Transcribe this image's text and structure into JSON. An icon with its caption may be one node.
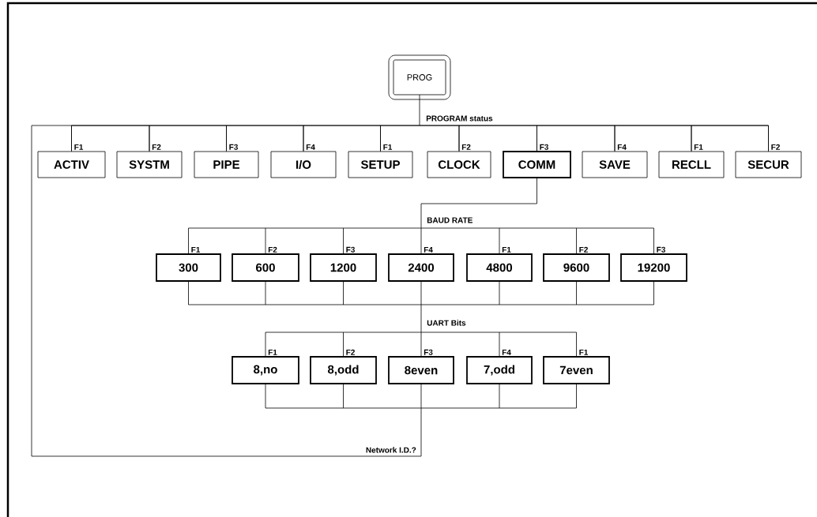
{
  "diagram": {
    "nodes": [
      {
        "text": [
          "PROG"
        ]
      },
      {
        "text": [
          "ACTIV"
        ],
        "beside": [
          "F1"
        ]
      },
      {
        "text": [
          "SYSTM"
        ],
        "beside": [
          "F2"
        ]
      },
      {
        "text": [
          "PIPE"
        ],
        "beside": [
          "F3"
        ]
      },
      {
        "text": [
          "I/O"
        ],
        "beside": [
          "F4"
        ]
      },
      {
        "text": [
          "SETUP"
        ],
        "beside": [
          "F1"
        ]
      },
      {
        "text": [
          "CLOCK"
        ],
        "beside": [
          "F2"
        ]
      },
      {
        "text": [
          "COMM"
        ],
        "beside": [
          "F3"
        ]
      },
      {
        "text": [
          "SAVE"
        ],
        "beside": [
          "F4"
        ]
      },
      {
        "text": [
          "RECLL"
        ],
        "beside": [
          "F1"
        ]
      },
      {
        "text": [
          "SECUR"
        ],
        "beside": [
          "F2"
        ]
      },
      {
        "text": [
          "300"
        ],
        "beside": [
          "F1"
        ]
      },
      {
        "text": [
          "600"
        ],
        "beside": [
          "F2"
        ]
      },
      {
        "text": [
          "1200"
        ],
        "beside": [
          "F3"
        ]
      },
      {
        "text": [
          "2400"
        ],
        "beside": [
          "F4"
        ]
      },
      {
        "text": [
          "4800"
        ],
        "beside": [
          "F1"
        ]
      },
      {
        "text": [
          "9600"
        ],
        "beside": [
          "F2"
        ]
      },
      {
        "text": [
          "19200"
        ],
        "beside": [
          "F3"
        ]
      },
      {
        "text": [
          "8,no"
        ],
        "beside": [
          "F1"
        ]
      },
      {
        "text": [
          "8,odd"
        ],
        "beside": [
          "F2"
        ]
      },
      {
        "text": [
          "8even"
        ],
        "beside": [
          "F3"
        ]
      },
      {
        "text": [
          "7,odd"
        ],
        "beside": [
          "F4"
        ]
      },
      {
        "text": [
          "7even"
        ],
        "beside": [
          "F1"
        ]
      }
    ],
    "edges": [
      {
        "from": 0,
        "to": 1,
        "arrow": "none"
      },
      {
        "from": 0,
        "to": 2,
        "arrow": "none"
      },
      {
        "from": 0,
        "to": 3,
        "arrow": "none"
      },
      {
        "from": 0,
        "to": 4,
        "arrow": "none"
      },
      {
        "from": 0,
        "to": 5,
        "arrow": "none"
      },
      {
        "from": 0,
        "to": 6,
        "arrow": "none"
      },
      {
        "from": 0,
        "to": 7,
        "arrow": "none"
      },
      {
        "from": 0,
        "to": 8,
        "arrow": "none"
      },
      {
        "from": 0,
        "to": 9,
        "arrow": "none"
      },
      {
        "from": 0,
        "to": 10,
        "arrow": "none"
      },
      {
        "from": 7,
        "to": 11,
        "arrow": "none"
      },
      {
        "from": 7,
        "to": 12,
        "arrow": "none"
      },
      {
        "from": 7,
        "to": 13,
        "arrow": "none"
      },
      {
        "from": 7,
        "to": 14,
        "arrow": "none"
      },
      {
        "from": 7,
        "to": 15,
        "arrow": "none"
      },
      {
        "from": 7,
        "to": 16,
        "arrow": "none"
      },
      {
        "from": 7,
        "to": 17,
        "arrow": "none"
      },
      {
        "from": 11,
        "to": 18,
        "arrow": "none"
      },
      {
        "from": 11,
        "to": 19,
        "arrow": "none"
      },
      {
        "from": 11,
        "to": 20,
        "arrow": "none"
      },
      {
        "from": 11,
        "to": 21,
        "arrow": "none"
      },
      {
        "from": 11,
        "to": 22,
        "arrow": "none"
      },
      {
        "from": 12,
        "to": 18,
        "arrow": "none"
      },
      {
        "from": 12,
        "to": 19,
        "arrow": "none"
      },
      {
        "from": 12,
        "to": 20,
        "arrow": "none"
      },
      {
        "from": 12,
        "to": 21,
        "arrow": "none"
      },
      {
        "from": 12,
        "to": 22,
        "arrow": "none"
      },
      {
        "from": 13,
        "to": 18,
        "arrow": "none"
      },
      {
        "from": 13,
        "to": 19,
        "arrow": "none"
      },
      {
        "from": 13,
        "to": 20,
        "arrow": "none"
      },
      {
        "from": 13,
        "to": 21,
        "arrow": "none"
      },
      {
        "from": 13,
        "to": 22,
        "arrow": "none"
      },
      {
        "from": 14,
        "to": 18,
        "arrow": "none"
      },
      {
        "from": 14,
        "to": 19,
        "arrow": "none"
      },
      {
        "from": 14,
        "to": 20,
        "arrow": "none"
      },
      {
        "from": 14,
        "to": 21,
        "arrow": "none"
      },
      {
        "from": 14,
        "to": 22,
        "arrow": "none"
      },
      {
        "from": 15,
        "to": 18,
        "arrow": "none"
      },
      {
        "from": 15,
        "to": 19,
        "arrow": "none"
      },
      {
        "from": 15,
        "to": 20,
        "arrow": "none"
      },
      {
        "from": 15,
        "to": 21,
        "arrow": "none"
      },
      {
        "from": 15,
        "to": 22,
        "arrow": "none"
      },
      {
        "from": 16,
        "to": 18,
        "arrow": "none"
      },
      {
        "from": 16,
        "to": 19,
        "arrow": "none"
      },
      {
        "from": 16,
        "to": 20,
        "arrow": "none"
      },
      {
        "from": 16,
        "to": 21,
        "arrow": "none"
      },
      {
        "from": 16,
        "to": 22,
        "arrow": "none"
      },
      {
        "from": 17,
        "to": 18,
        "arrow": "none"
      },
      {
        "from": 17,
        "to": 19,
        "arrow": "none"
      },
      {
        "from": 17,
        "to": 20,
        "arrow": "none"
      },
      {
        "from": 17,
        "to": 21,
        "arrow": "none"
      },
      {
        "from": 17,
        "to": 22,
        "arrow": "none"
      },
      {
        "from": 18,
        "to": 1,
        "arrow": "none"
      },
      {
        "from": 18,
        "to": 2,
        "arrow": "none"
      },
      {
        "from": 18,
        "to": 3,
        "arrow": "none"
      },
      {
        "from": 18,
        "to": 4,
        "arrow": "none"
      },
      {
        "from": 18,
        "to": 5,
        "arrow": "none"
      },
      {
        "from": 18,
        "to": 6,
        "arrow": "none"
      },
      {
        "from": 18,
        "to": 7,
        "arrow": "none"
      },
      {
        "from": 18,
        "to": 8,
        "arrow": "none"
      },
      {
        "from": 18,
        "to": 9,
        "arrow": "none"
      },
      {
        "from": 18,
        "to": 10,
        "arrow": "none"
      },
      {
        "from": 19,
        "to": 1,
        "arrow": "none"
      },
      {
        "from": 19,
        "to": 2,
        "arrow": "none"
      },
      {
        "from": 19,
        "to": 3,
        "arrow": "none"
      },
      {
        "from": 19,
        "to": 4,
        "arrow": "none"
      },
      {
        "from": 19,
        "to": 5,
        "arrow": "none"
      },
      {
        "from": 19,
        "to": 6,
        "arrow": "none"
      },
      {
        "from": 19,
        "to": 7,
        "arrow": "none"
      },
      {
        "from": 19,
        "to": 8,
        "arrow": "none"
      },
      {
        "from": 19,
        "to": 9,
        "arrow": "none"
      },
      {
        "from": 19,
        "to": 10,
        "arrow": "none"
      },
      {
        "from": 20,
        "to": 1,
        "arrow": "none"
      },
      {
        "from": 20,
        "to": 2,
        "arrow": "none"
      },
      {
        "from": 20,
        "to": 3,
        "arrow": "none"
      },
      {
        "from": 20,
        "to": 4,
        "arrow": "none"
      },
      {
        "from": 20,
        "to": 5,
        "arrow": "none"
      },
      {
        "from": 20,
        "to": 6,
        "arrow": "none"
      },
      {
        "from": 20,
        "to": 7,
        "arrow": "none"
      },
      {
        "from": 20,
        "to": 8,
        "arrow": "none"
      },
      {
        "from": 20,
        "to": 9,
        "arrow": "none"
      },
      {
        "from": 20,
        "to": 10,
        "arrow": "none"
      },
      {
        "from": 21,
        "to": 1,
        "arrow": "none"
      },
      {
        "from": 21,
        "to": 2,
        "arrow": "none"
      },
      {
        "from": 21,
        "to": 3,
        "arrow": "none"
      },
      {
        "from": 21,
        "to": 4,
        "arrow": "none"
      },
      {
        "from": 21,
        "to": 5,
        "arrow": "none"
      },
      {
        "from": 21,
        "to": 6,
        "arrow": "none"
      },
      {
        "from": 21,
        "to": 7,
        "arrow": "none"
      },
      {
        "from": 21,
        "to": 8,
        "arrow": "none"
      },
      {
        "from": 21,
        "to": 9,
        "arrow": "none"
      },
      {
        "from": 21,
        "to": 10,
        "arrow": "none"
      },
      {
        "from": 22,
        "to": 1,
        "arrow": "none"
      },
      {
        "from": 22,
        "to": 2,
        "arrow": "none"
      },
      {
        "from": 22,
        "to": 3,
        "arrow": "none"
      },
      {
        "from": 22,
        "to": 4,
        "arrow": "none"
      },
      {
        "from": 22,
        "to": 5,
        "arrow": "none"
      },
      {
        "from": 22,
        "to": 6,
        "arrow": "none"
      },
      {
        "from": 22,
        "to": 7,
        "arrow": "none"
      },
      {
        "from": 22,
        "to": 8,
        "arrow": "none"
      },
      {
        "from": 22,
        "to": 9,
        "arrow": "none"
      },
      {
        "from": 22,
        "to": 10,
        "arrow": "none"
      }
    ],
    "labels": [
      "PROGRAM status",
      "BAUD RATE",
      "UART Bits",
      "Network I.D.?"
    ]
  }
}
